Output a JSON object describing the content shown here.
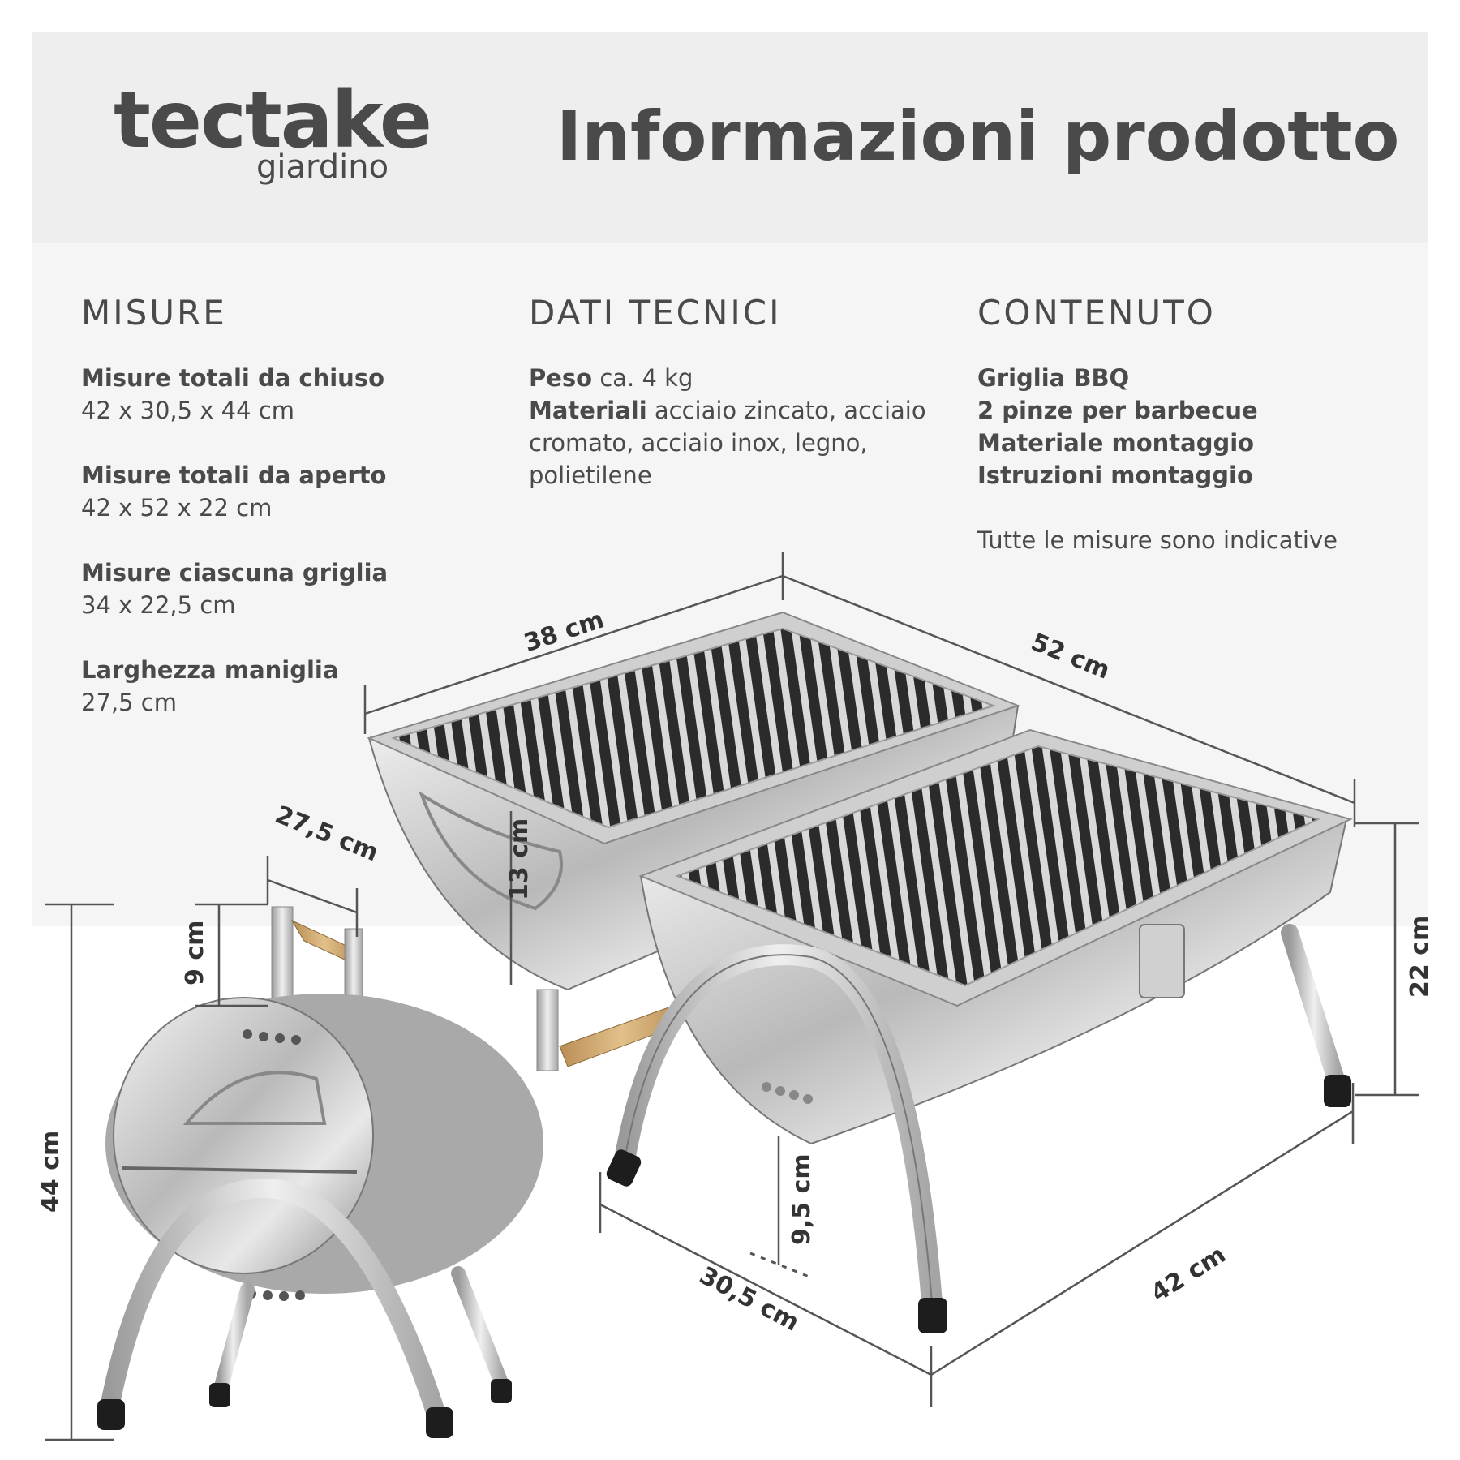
{
  "brand": {
    "name": "tectake",
    "sub": "giardino"
  },
  "title": "Informazioni prodotto",
  "misure": {
    "heading": "MISURE",
    "items": [
      {
        "label": "Misure totali da chiuso",
        "value": "42 x 30,5 x 44 cm"
      },
      {
        "label": "Misure totali da aperto",
        "value": "42 x 52 x 22 cm"
      },
      {
        "label": "Misure ciascuna griglia",
        "value": "34 x 22,5 cm"
      },
      {
        "label": "Larghezza maniglia",
        "value": "27,5 cm"
      }
    ]
  },
  "dati_tecnici": {
    "heading": "DATI TECNICI",
    "peso_label": "Peso",
    "peso_value": "ca. 4 kg",
    "materiali_label": "Materiali",
    "materiali_value": "acciaio zincato, acciaio cromato, acciaio inox, legno, polietilene"
  },
  "contenuto": {
    "heading": "CONTENUTO",
    "items": [
      "Griglia BBQ",
      "2 pinze per barbecue",
      "Materiale montaggio",
      "Istruzioni montaggio"
    ],
    "note": "Tutte le misure sono indicative"
  },
  "dimensions": {
    "open_depth": "38 cm",
    "open_width": "52 cm",
    "thirteen": "13 cm",
    "open_height": "22 cm",
    "leg_height": "9,5 cm",
    "closed_depth": "30,5 cm",
    "closed_length": "42 cm",
    "handle_width": "27,5 cm",
    "handle_height": "9 cm",
    "closed_height": "44 cm"
  },
  "colors": {
    "header_bg": "#eeeeee",
    "panel_bg": "#f5f5f5",
    "text": "#4a4a4a"
  }
}
